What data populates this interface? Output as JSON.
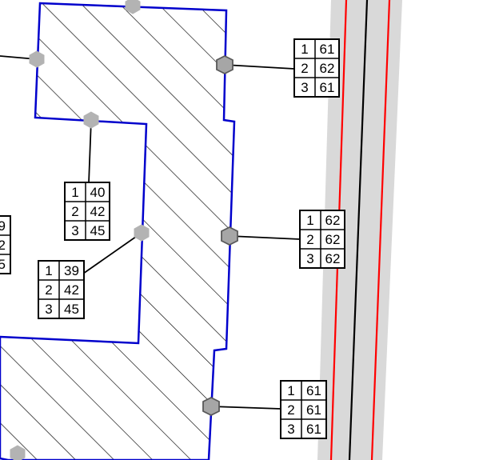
{
  "colors": {
    "background": "#ffffff",
    "building_outline": "#0000cc",
    "hatch": "#000000",
    "road_band": "#d9d9d9",
    "road_edge": "#ff0000",
    "road_center": "#000000",
    "receiver_point_fill": "#a6a6a6",
    "receiver_point_stroke": "#595959",
    "leader_line": "#000000"
  },
  "icons": {
    "receiver_point_facade": "hexagon-marker",
    "receiver_point_courtyard": "hexagon-marker-light"
  },
  "labels": [
    {
      "id": "label-a",
      "rows": [
        {
          "floor": "1",
          "value": "61"
        },
        {
          "floor": "2",
          "value": "62"
        },
        {
          "floor": "3",
          "value": "61"
        }
      ]
    },
    {
      "id": "label-b",
      "rows": [
        {
          "floor": "1",
          "value": "62"
        },
        {
          "floor": "2",
          "value": "62"
        },
        {
          "floor": "3",
          "value": "62"
        }
      ]
    },
    {
      "id": "label-c",
      "rows": [
        {
          "floor": "1",
          "value": "61"
        },
        {
          "floor": "2",
          "value": "61"
        },
        {
          "floor": "3",
          "value": "61"
        }
      ]
    },
    {
      "id": "label-d",
      "rows": [
        {
          "floor": "1",
          "value": "40"
        },
        {
          "floor": "2",
          "value": "42"
        },
        {
          "floor": "3",
          "value": "45"
        }
      ]
    },
    {
      "id": "label-e",
      "rows": [
        {
          "floor": "1",
          "value": "39"
        },
        {
          "floor": "2",
          "value": "42"
        },
        {
          "floor": "3",
          "value": "45"
        }
      ]
    },
    {
      "id": "label-f-clipped",
      "rows": [
        {
          "floor": "",
          "value": "9"
        },
        {
          "floor": "",
          "value": "2"
        },
        {
          "floor": "",
          "value": "5"
        }
      ]
    }
  ]
}
